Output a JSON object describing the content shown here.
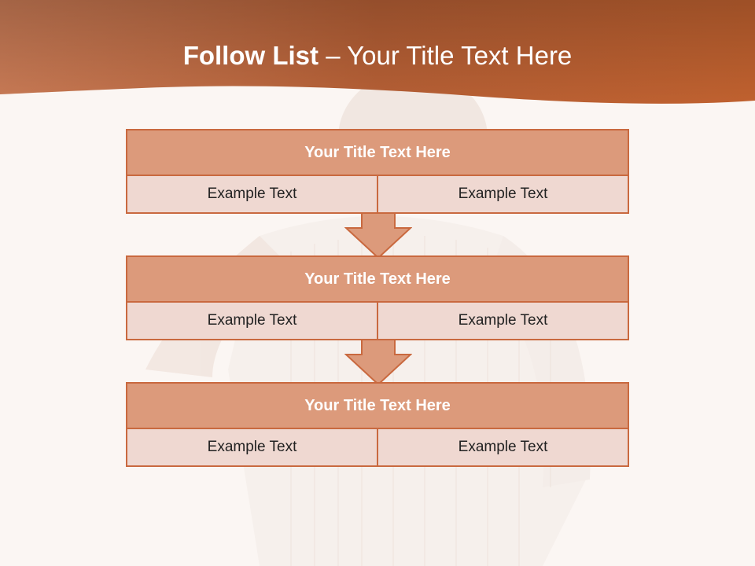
{
  "slide": {
    "title_bold": "Follow List",
    "title_rest": " – Your Title Text Here"
  },
  "steps": [
    {
      "title": "Your Title Text Here",
      "left": "Example Text",
      "right": "Example Text"
    },
    {
      "title": "Your Title Text Here",
      "left": "Example Text",
      "right": "Example Text"
    },
    {
      "title": "Your Title Text Here",
      "left": "Example Text",
      "right": "Example Text"
    }
  ],
  "colors": {
    "header": "#c96a3c",
    "box_title": "#dc9a7b",
    "box_cell": "#efd8d1",
    "border": "#c9693f"
  }
}
